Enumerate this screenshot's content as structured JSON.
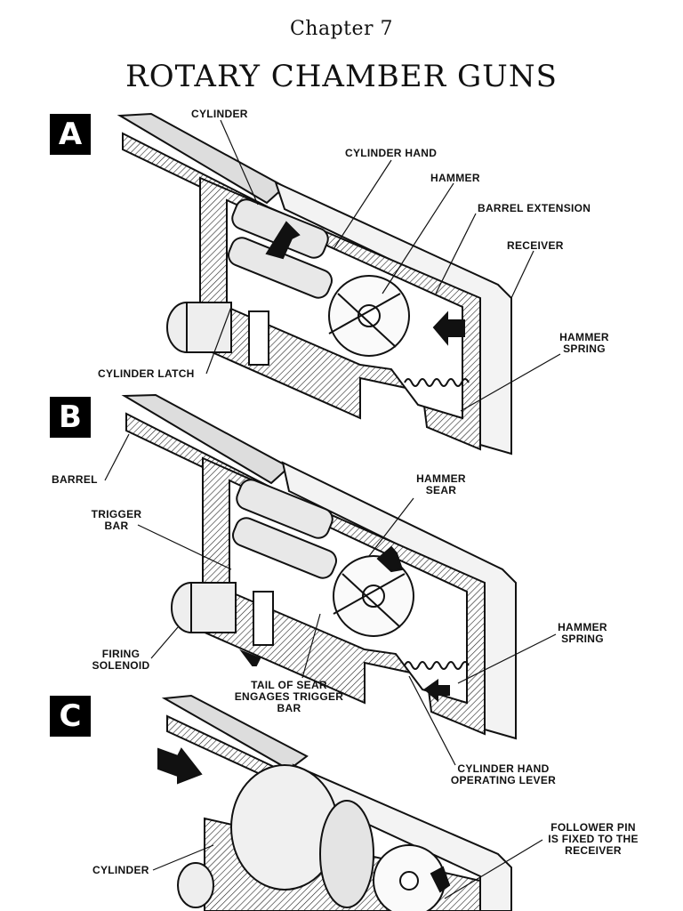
{
  "header": {
    "chapter": "Chapter 7",
    "title": "ROTARY CHAMBER GUNS"
  },
  "panels": [
    {
      "badge": "A",
      "labels": {
        "cylinder": "CYLINDER",
        "cylinder_hand": "CYLINDER HAND",
        "hammer": "HAMMER",
        "barrel_extension": "BARREL EXTENSION",
        "receiver": "RECEIVER",
        "hammer_spring_1": "HAMMER",
        "hammer_spring_2": "SPRING",
        "cylinder_latch": "CYLINDER LATCH"
      }
    },
    {
      "badge": "B",
      "labels": {
        "barrel": "BARREL",
        "trigger_bar_1": "TRIGGER",
        "trigger_bar_2": "BAR",
        "hammer_sear_1": "HAMMER",
        "hammer_sear_2": "SEAR",
        "firing_solenoid_1": "FIRING",
        "firing_solenoid_2": "SOLENOID",
        "hammer_spring_1": "HAMMER",
        "hammer_spring_2": "SPRING",
        "tail_1": "TAIL OF SEAR",
        "tail_2": "ENGAGES TRIGGER",
        "tail_3": "BAR",
        "cyl_hand_op_1": "CYLINDER HAND",
        "cyl_hand_op_2": "OPERATING LEVER"
      }
    },
    {
      "badge": "C",
      "labels": {
        "cylinder": "CYLINDER",
        "follower_1": "FOLLOWER PIN",
        "follower_2": "IS FIXED TO THE",
        "follower_3": "RECEIVER"
      }
    }
  ]
}
